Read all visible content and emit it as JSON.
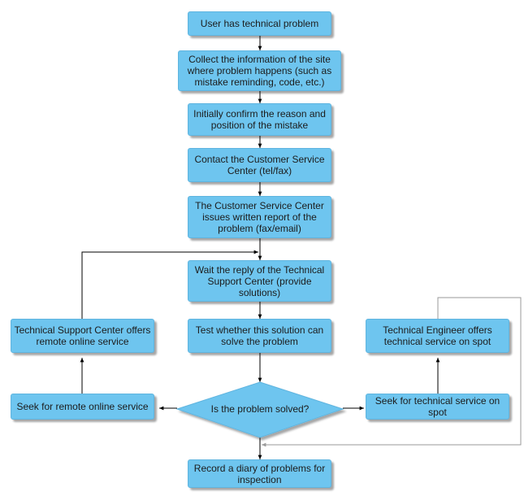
{
  "flowchart": {
    "steps": {
      "user_problem": "User has technical problem",
      "collect_info": "Collect the information of the site where problem happens  (such as mistake reminding, code, etc.)",
      "confirm_reason": "Initially confirm the reason and position of the mistake",
      "contact_center": "Contact the Customer Service Center (tel/fax)",
      "written_report": "The Customer Service Center issues written report of the problem (fax/email)",
      "wait_reply": "Wait the reply of the Technical Support Center (provide solutions)",
      "test_solution": "Test whether this solution can solve the problem",
      "decision": "Is the problem solved?",
      "record_diary": "Record a diary of problems for inspection",
      "seek_remote": "Seek for remote online service",
      "remote_service": "Technical Support Center offers remote online service",
      "seek_spot": "Seek for technical service on spot",
      "spot_service": "Technical Engineer offers technical service on spot"
    },
    "colors": {
      "node_fill": "#6ec5ef",
      "node_border": "#5fb4df",
      "connector": "#000000",
      "loop_line": "#9a9a9a"
    }
  }
}
